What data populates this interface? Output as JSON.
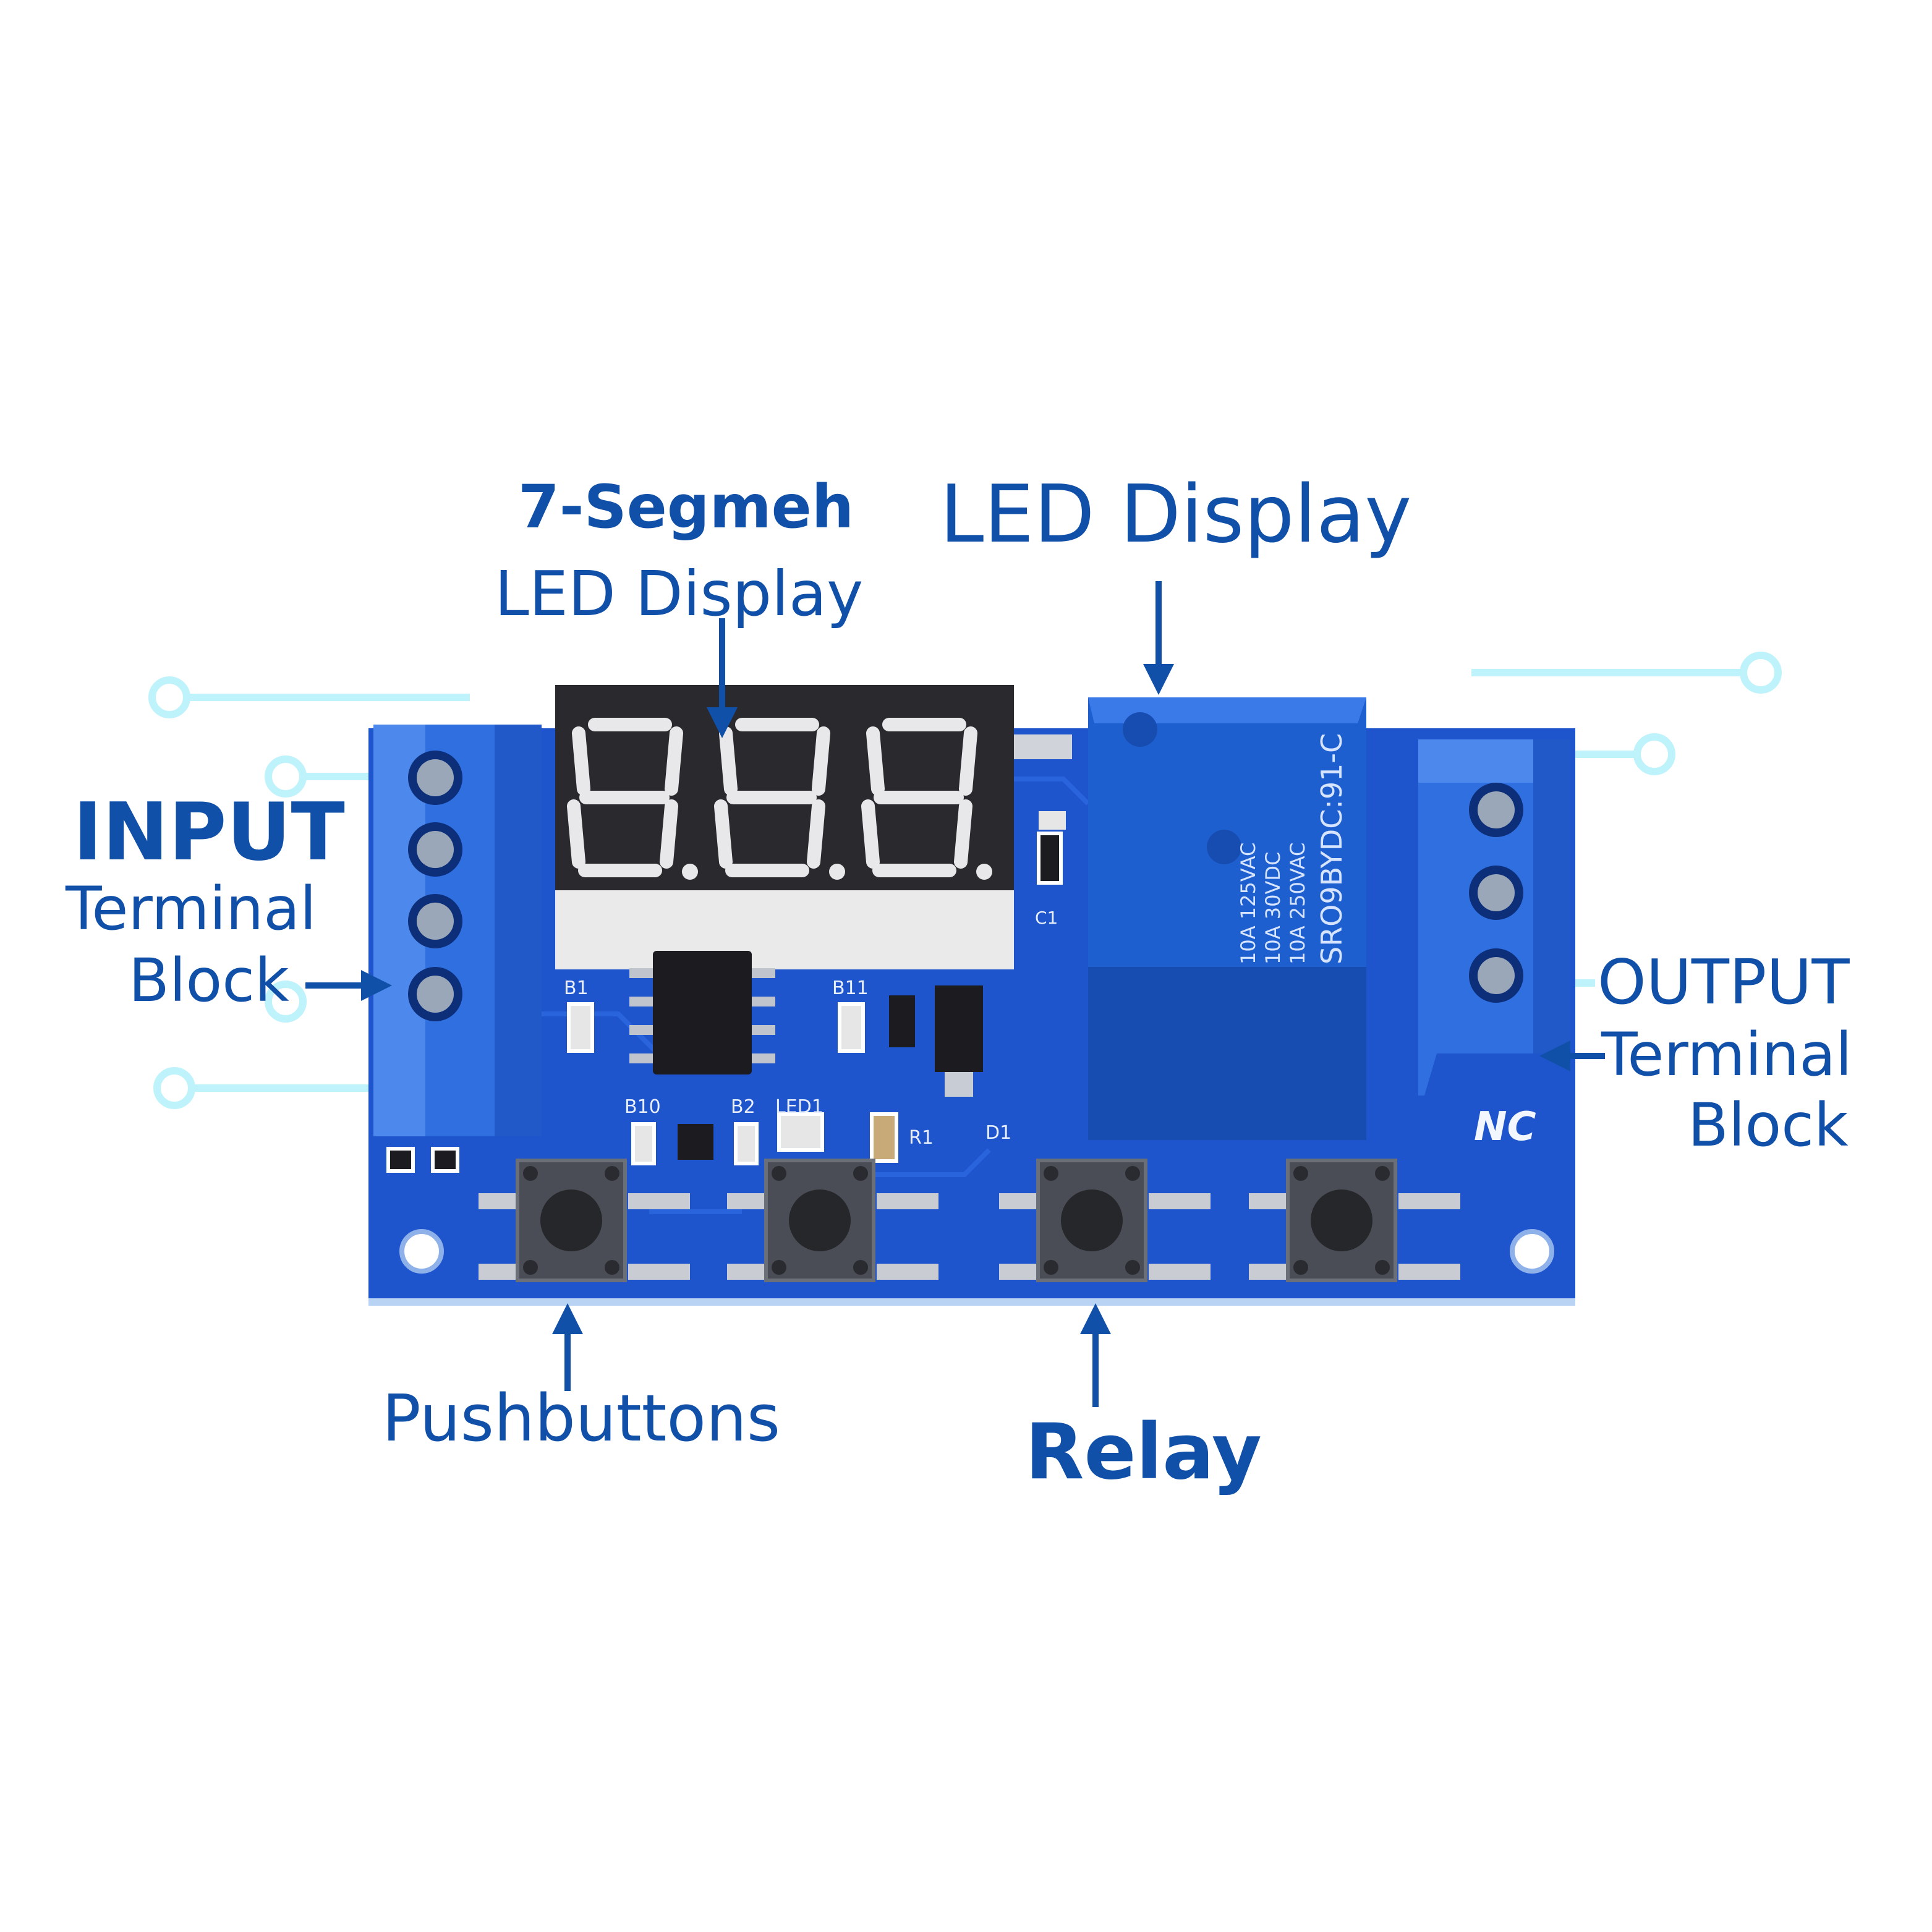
{
  "labels": {
    "seven_segment_line1": "7-Segmeh",
    "seven_segment_line2": "LED Display",
    "led_display": "LED Display",
    "input_line1": "INPUT",
    "input_line2": "Terminal",
    "input_line3": "Block",
    "output_line1": "OUTPUT",
    "output_line2": "Terminal",
    "output_line3": "Block",
    "pushbuttons": "Pushbuttons",
    "relay": "Relay"
  },
  "board": {
    "silkscreen": {
      "b1": "B1",
      "b11": "B11",
      "b10": "B10",
      "b2": "B2",
      "led1": "LED1",
      "r1": "R1",
      "d1": "D1",
      "c1": "C1",
      "nc": "NC",
      "relay_model": "SRO9BYDC:91-C",
      "relay_rating_1": "10A 250VAC",
      "relay_rating_2": "10A 30VDC",
      "relay_rating_3": "10A 125VAC"
    },
    "seven_segment_digits": [
      "8.",
      "8.",
      "8."
    ]
  },
  "colors": {
    "label": "#1150a8",
    "pcb": "#1f55cc",
    "terminal": "#2f6fe0",
    "relay": "#1e5fd0",
    "display": "#2a2a2e",
    "segment": "#e8e8ea",
    "trace_decoration": "#bff3fb"
  },
  "icons": [
    "arrow-down-icon",
    "arrow-up-icon",
    "arrow-right-icon",
    "arrow-left-icon",
    "screw-icon",
    "pushbutton-icon"
  ]
}
